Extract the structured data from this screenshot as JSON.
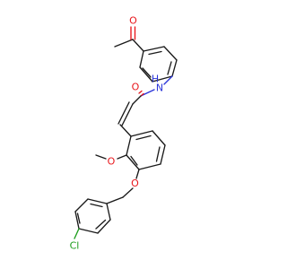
{
  "molecule": {
    "atoms": {
      "o_ketone": "O",
      "n_amide_h": "H",
      "n_amide": "N",
      "o_amide": "O",
      "o_methoxy": "O",
      "o_ether": "O",
      "cl": "Cl"
    },
    "colors": {
      "bond": "#1a1a1a",
      "oxygen": "#e8161b",
      "nitrogen": "#2a34d8",
      "chlorine": "#1c9d1c",
      "background": "#ffffff"
    }
  }
}
